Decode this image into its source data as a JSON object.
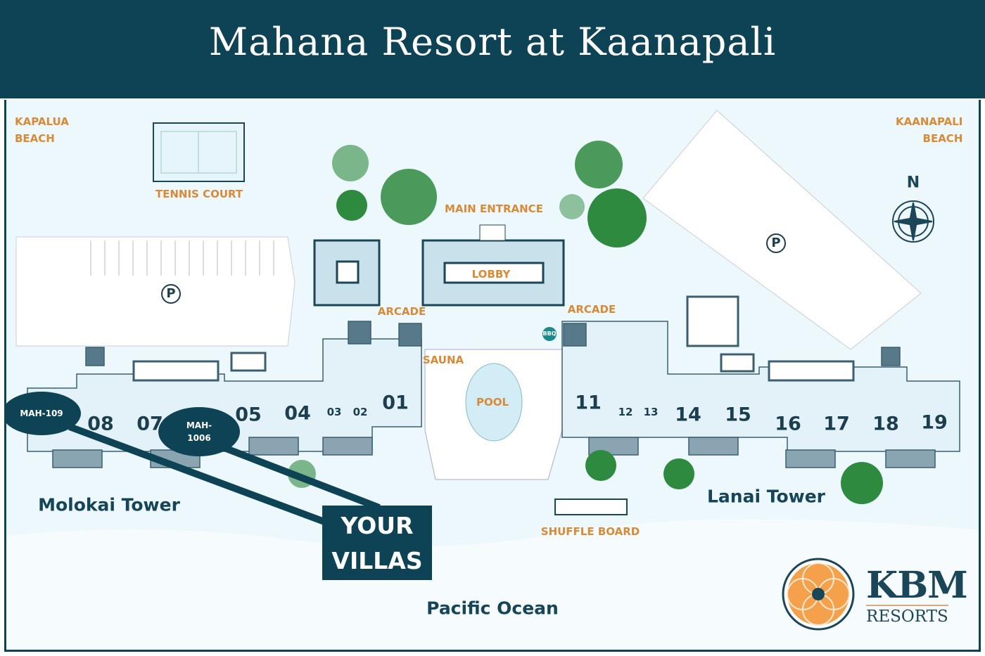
{
  "title": "Mahana Resort at Kaanapali",
  "labels": {
    "kapalua_beach": [
      "KAPALUA",
      "BEACH"
    ],
    "kaanapali_beach": [
      "KAANAPALI",
      "BEACH"
    ],
    "tennis_court": "TENNIS COURT",
    "main_entrance": "MAIN ENTRANCE",
    "lobby": "LOBBY",
    "arcade": "ARCADE",
    "sauna": "SAUNA",
    "pool": "POOL",
    "bbq": "BBQ",
    "shuffle_board": "SHUFFLE BOARD",
    "parking": "P",
    "north": "N"
  },
  "units": [
    "08",
    "07",
    "05",
    "04",
    "03",
    "02",
    "01",
    "11",
    "12",
    "13",
    "14",
    "15",
    "16",
    "17",
    "18",
    "19"
  ],
  "towers": {
    "molokai": "Molokai Tower",
    "lanai": "Lanai Tower"
  },
  "ocean": "Pacific Ocean",
  "villas": {
    "marker1": "MAH-109",
    "marker2_line1": "MAH-",
    "marker2_line2": "1006",
    "callout_line1": "YOUR",
    "callout_line2": "VILLAS"
  },
  "logo": {
    "name": "KBM",
    "sub": "RESORTS"
  },
  "colors": {
    "header": "#0e4356",
    "accent": "#d98a36",
    "logo_orange": "#f5a04a"
  }
}
